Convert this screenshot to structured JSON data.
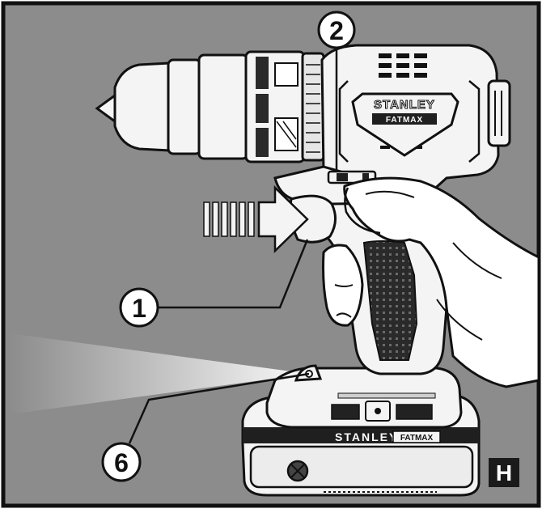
{
  "figure": {
    "callouts": [
      {
        "label": "1",
        "target": "trigger-switch"
      },
      {
        "label": "2",
        "target": "forward-reverse-control-button"
      },
      {
        "label": "6",
        "target": "work-light"
      }
    ],
    "corner_tag": "H",
    "brand_primary": "STANLEY",
    "brand_secondary": "FATMAX",
    "colors": {
      "background": "#8c8c8c",
      "outline": "#111111",
      "tool_fill": "#f4f4f4",
      "tag_fill": "#1a1a1a",
      "tag_text": "#ffffff"
    }
  }
}
